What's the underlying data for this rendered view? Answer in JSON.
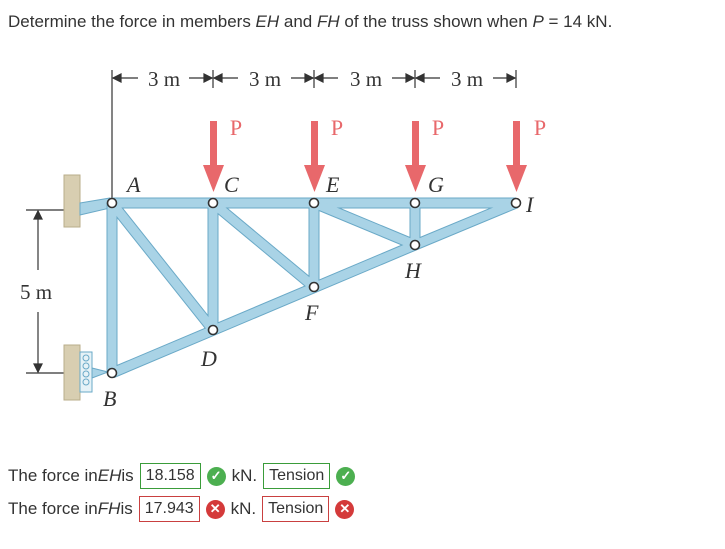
{
  "question": {
    "prefix": "Determine the force in members ",
    "member1": "EH",
    "and": " and ",
    "member2": "FH",
    "suffix": " of the truss shown when ",
    "var": "P",
    "value": " = 14 kN."
  },
  "figure": {
    "spans": [
      "3 m",
      "3 m",
      "3 m",
      "3 m"
    ],
    "height_label": "5 m",
    "load_label": "P",
    "joints": {
      "A": "A",
      "B": "B",
      "C": "C",
      "D": "D",
      "E": "E",
      "F": "F",
      "G": "G",
      "H": "H",
      "I": "I"
    }
  },
  "answers": [
    {
      "prefix": "The force in ",
      "member": "EH",
      "is": " is",
      "value": "18.158",
      "value_status": "correct",
      "unit": "kN.",
      "nature": "Tension",
      "nature_status": "correct"
    },
    {
      "prefix": "The force in ",
      "member": "FH",
      "is": " is",
      "value": "17.943",
      "value_status": "incorrect",
      "unit": "kN.",
      "nature": "Tension",
      "nature_status": "incorrect"
    }
  ],
  "colors": {
    "member": "#a9d3e6",
    "member_edge": "#6aa9c7",
    "load_arrow": "#e8686b",
    "support": "#d8ceb1",
    "correct": "#4caf50",
    "incorrect": "#d43a3a"
  }
}
